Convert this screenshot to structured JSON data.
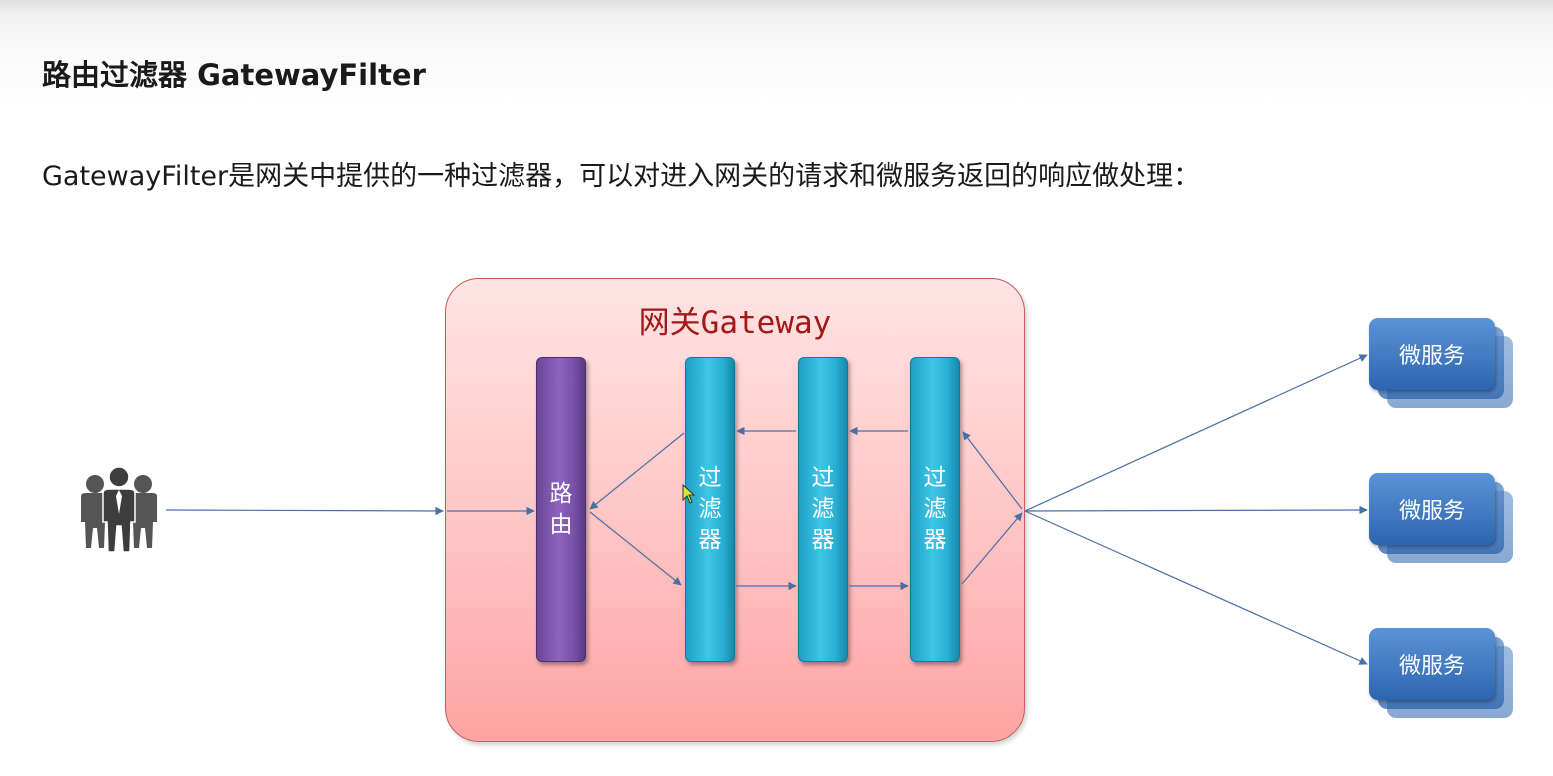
{
  "header": {
    "title": "路由过滤器 GatewayFilter"
  },
  "description": "GatewayFilter是网关中提供的一种过滤器，可以对进入网关的请求和微服务返回的响应做处理：",
  "diagram": {
    "gateway_label": "网关Gateway",
    "route_label": "路由",
    "filters": [
      "过滤器",
      "过滤器",
      "过滤器"
    ],
    "services": [
      "微服务",
      "微服务",
      "微服务"
    ],
    "client_icon": "users-group-icon",
    "colors": {
      "gateway_border": "#c45a5a",
      "gateway_label": "#a31818",
      "route_bar": "#7a52a8",
      "filter_bar": "#2bb0d4",
      "service_box": "#2d66b0",
      "arrow": "#4a6fa5"
    }
  }
}
